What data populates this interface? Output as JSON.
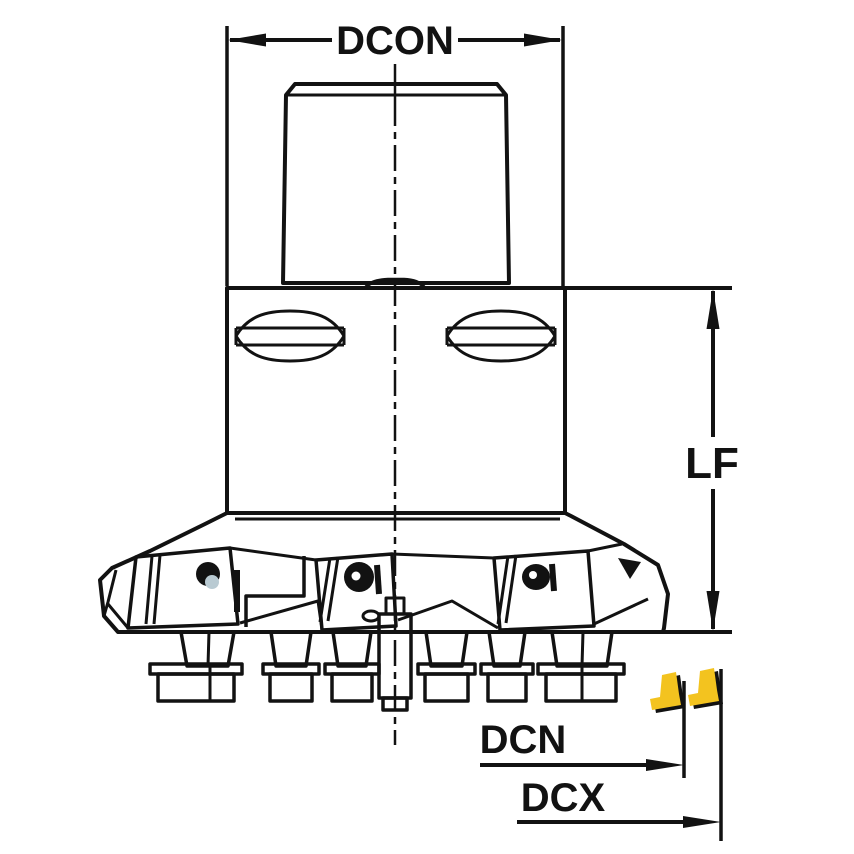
{
  "drawing": {
    "type": "technical-dimension-diagram",
    "subject": "indexable face milling cutter, side view",
    "labels": {
      "dcon": "DCON",
      "lf": "LF",
      "dcn": "DCN",
      "dcx": "DCX"
    },
    "colors": {
      "page_bg": "#ffffff",
      "body_fill": "#b9cad2",
      "outline_ink": "#121212",
      "insert_yellow": "#f3c31f"
    },
    "icons": {
      "insert_sample_left": "turning-insert-icon",
      "insert_sample_right": "turning-insert-icon"
    }
  }
}
